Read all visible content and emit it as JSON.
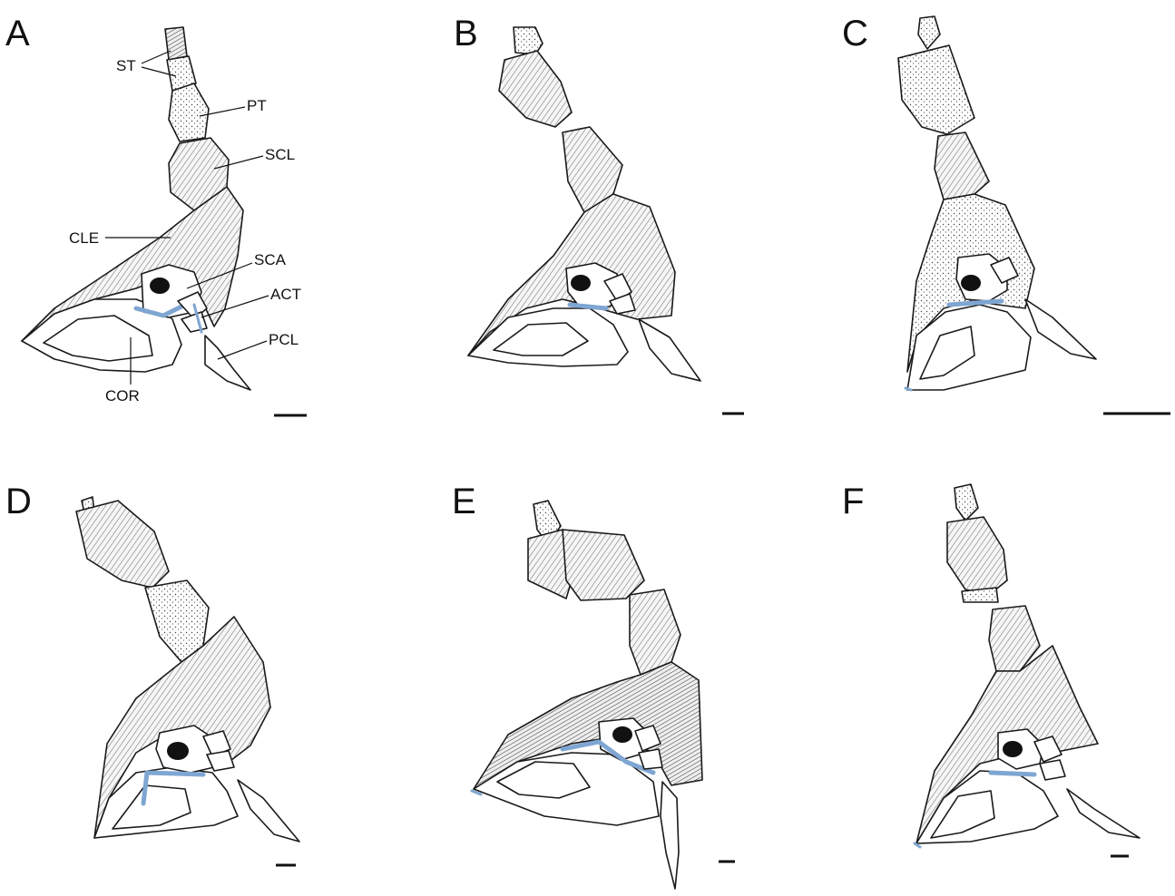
{
  "panels": [
    {
      "letter": "A"
    },
    {
      "letter": "B"
    },
    {
      "letter": "C"
    },
    {
      "letter": "D"
    },
    {
      "letter": "E"
    },
    {
      "letter": "F"
    }
  ],
  "labels": {
    "st": "ST",
    "pt": "PT",
    "scl": "SCL",
    "cle": "CLE",
    "sca": "SCA",
    "act": "ACT",
    "pcl": "PCL",
    "cor": "COR"
  },
  "colors": {
    "cartilage": "#7fa6d2",
    "ink": "#1a1a1a",
    "background": "#ffffff"
  }
}
